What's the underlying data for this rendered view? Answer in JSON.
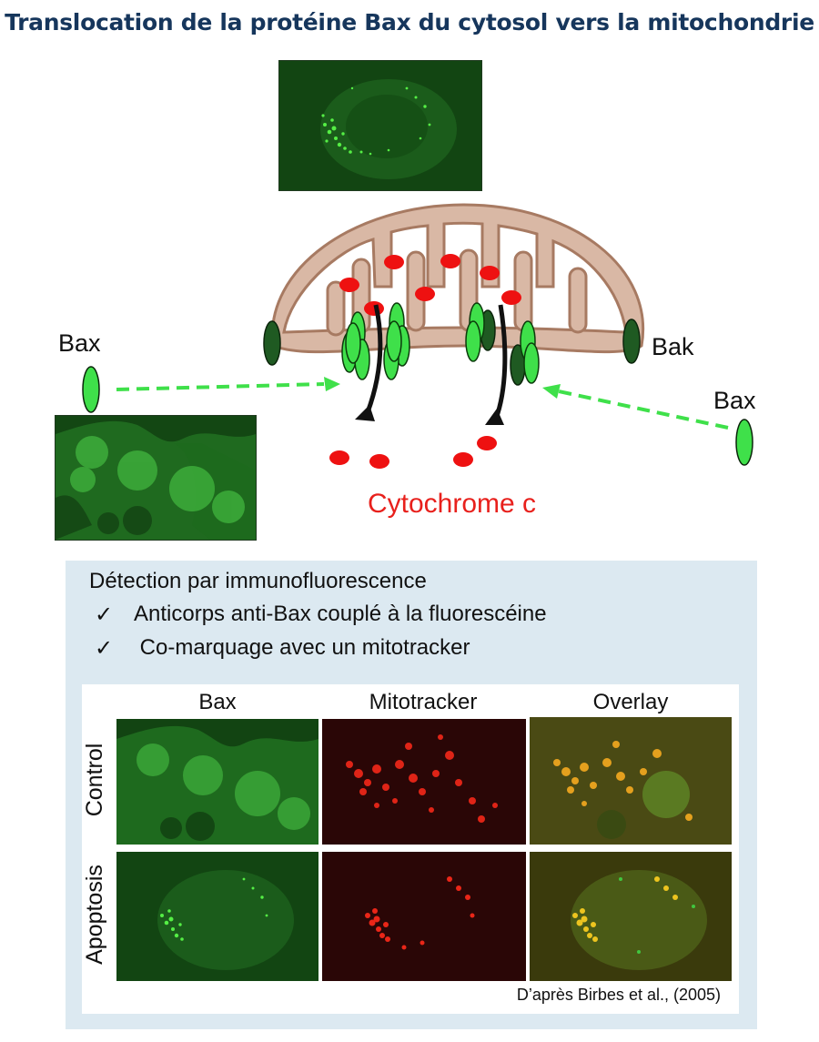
{
  "title": "Translocation de la protéine Bax du cytosol vers la mitochondrie",
  "labels": {
    "bax_left": "Bax",
    "bax_right": "Bax",
    "bak": "Bak",
    "cytochrome": "Cytochrome c"
  },
  "colors": {
    "title": "#16365c",
    "bax_protein": "#3fe04a",
    "bak_protein": "#1f5a22",
    "cytochrome": "#e8201c",
    "mitochondria": "#d9b8a5",
    "panel_bg": "#dce9f1"
  },
  "detection": {
    "heading": "Détection par immunofluorescence",
    "items": [
      {
        "check": "✓",
        "text": "Anticorps anti-Bax couplé à la fluorescéine"
      },
      {
        "check": "✓",
        "text": " Co-marquage avec un mitotracker"
      }
    ]
  },
  "grid": {
    "columns": [
      "Bax",
      "Mitotracker",
      "Overlay"
    ],
    "rows": [
      "Control",
      "Apoptosis"
    ]
  },
  "credit": "D’après Birbes et al., (2005)"
}
